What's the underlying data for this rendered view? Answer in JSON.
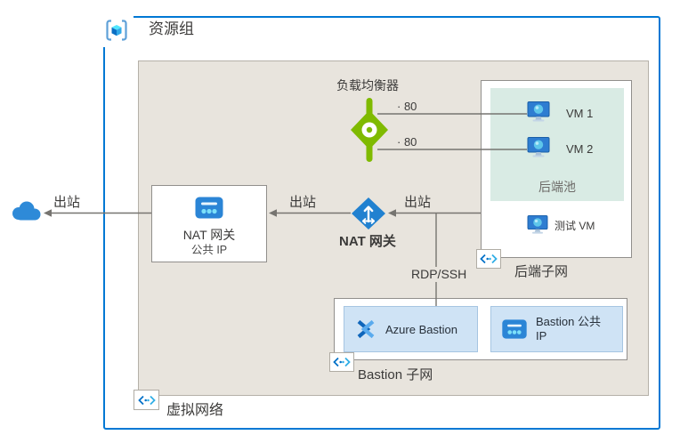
{
  "resource_group": {
    "label": "资源组"
  },
  "virtual_network": {
    "label": "虚拟网络"
  },
  "load_balancer": {
    "label": "负载均衡器"
  },
  "nat_gateway_node": {
    "label": "NAT 网关"
  },
  "nat_gateway_box": {
    "title": "NAT 网关",
    "subtitle": "公共 IP"
  },
  "backend_subnet": {
    "label": "后端子网"
  },
  "backend_pool": {
    "label": "后端池",
    "vm1_label": "VM 1",
    "vm2_label": "VM 2"
  },
  "test_vm": {
    "label": "测试 VM"
  },
  "bastion_subnet": {
    "label": "Bastion 子网"
  },
  "azure_bastion": {
    "label": "Azure Bastion"
  },
  "bastion_public_ip": {
    "label": "Bastion 公共 IP"
  },
  "connections": {
    "outbound_to_internet": "出站",
    "outbound_to_nat_box": "出站",
    "outbound_to_nat_node": "出站",
    "vm1_port": "· 80",
    "vm2_port": "· 80",
    "rdp_ssh": "RDP/SSH"
  },
  "icons": {
    "internet": "cloud-icon",
    "resource_group": "resource-group-icon",
    "virtual_network": "subnet-brackets-icon",
    "subnet": "subnet-brackets-icon",
    "load_balancer": "load-balancer-icon",
    "virtual_machine": "virtual-machine-icon",
    "nat_gateway": "nat-gateway-icon",
    "public_ip": "public-ip-icon",
    "bastion": "azure-bastion-icon"
  },
  "colors": {
    "resource_group_border": "#0078d4",
    "vnet_background": "#e8e4dd",
    "backend_pool_background": "#d9ebe4",
    "bastion_tile_background": "#cfe3f5",
    "load_balancer_green": "#7fba00",
    "azure_blue": "#0078d4",
    "connector_gray": "#767470"
  }
}
